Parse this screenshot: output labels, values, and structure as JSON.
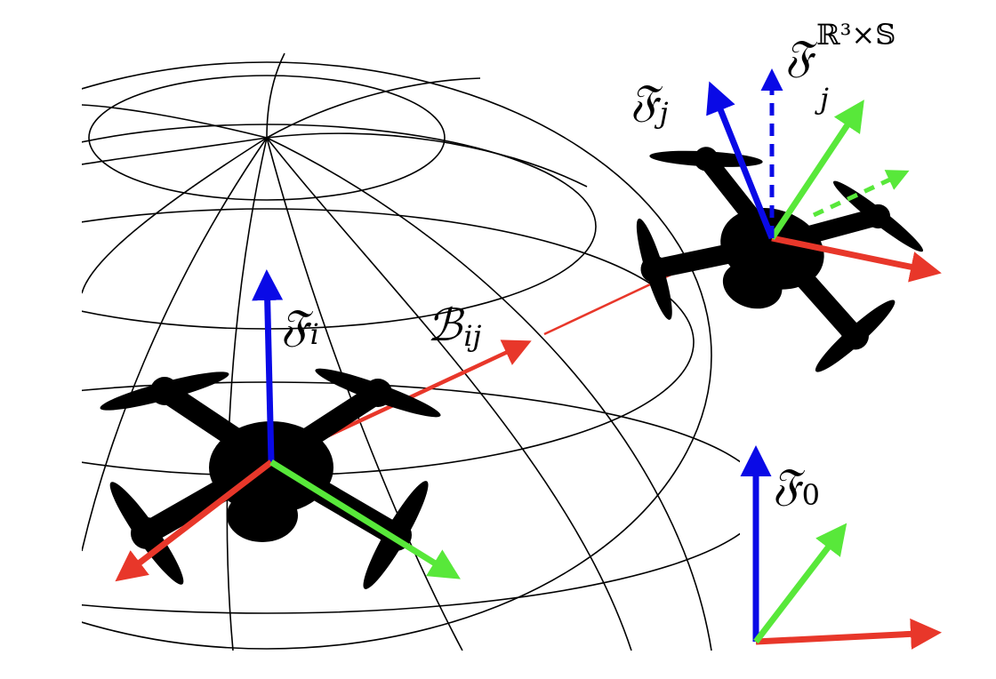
{
  "labels": {
    "frame_i": {
      "base": "𝔉",
      "sub": "i"
    },
    "frame_j": {
      "base": "𝔉",
      "sub": "j"
    },
    "frame_j_proj": {
      "base": "𝔉",
      "sub": "j",
      "sup": "ℝ³×𝕊"
    },
    "frame_0": {
      "base": "𝔉",
      "sub": "0"
    },
    "bearing": {
      "base": "ℬ",
      "sub": "ij"
    }
  },
  "colors": {
    "x_axis": "#e8372a",
    "y_axis": "#58e83a",
    "z_axis": "#0a0ae6",
    "bearing": "#e8372a",
    "globe": "#000000",
    "drone": "#000000"
  }
}
